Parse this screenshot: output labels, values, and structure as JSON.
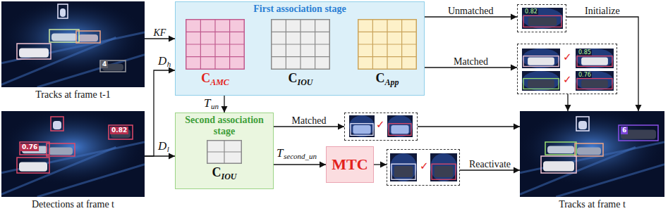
{
  "diagram": {
    "nodes": [
      {
        "text": [
          "Tracks at frame t-1"
        ]
      },
      {
        "text": [
          "Detections at frame t"
        ]
      },
      {
        "text": [
          "First association stage"
        ]
      },
      {
        "text": [
          "C",
          "AMC"
        ],
        "in": 2
      },
      {
        "text": [
          "C",
          "IOU"
        ],
        "in": 2
      },
      {
        "text": [
          "C",
          "App"
        ],
        "in": 2
      },
      {
        "text": [
          "Second association stage"
        ]
      },
      {
        "text": [
          "C",
          "IOU"
        ],
        "in": 6
      },
      {
        "text": [
          "0.82"
        ]
      },
      {
        "text": [
          "✓",
          "0.85",
          "✓",
          "0.76"
        ]
      },
      {
        "text": [
          "✓"
        ]
      },
      {
        "text": [
          "MTC"
        ]
      },
      {
        "text": [
          "✓"
        ]
      },
      {
        "text": [
          "Tracks at frame t"
        ]
      }
    ],
    "edges": [
      {
        "from": 0,
        "to": 2,
        "arrow": "to",
        "label": "KF"
      },
      {
        "from": 1,
        "to": 2,
        "arrow": "to"
      },
      {
        "from": 1,
        "to": 6,
        "arrow": "to"
      },
      {
        "from": 2,
        "to": 6,
        "arrow": "to"
      },
      {
        "from": 2,
        "to": 8,
        "arrow": "to",
        "label": "Unmatched"
      },
      {
        "from": 8,
        "to": 13,
        "arrow": "to",
        "label": "Initialize"
      },
      {
        "from": 2,
        "to": 9,
        "arrow": "to",
        "label": "Matched"
      },
      {
        "from": 9,
        "to": 13,
        "arrow": "to"
      },
      {
        "from": 6,
        "to": 10,
        "arrow": "to",
        "label": "Matched"
      },
      {
        "from": 10,
        "to": 13,
        "arrow": "to"
      },
      {
        "from": 6,
        "to": 11,
        "arrow": "to"
      },
      {
        "from": 11,
        "to": 12,
        "arrow": "to"
      },
      {
        "from": 12,
        "to": 13,
        "arrow": "to",
        "label": "Reactivate"
      }
    ],
    "labels": [
      "4",
      "0.82",
      "0.76",
      "6",
      "D",
      "h",
      "D",
      "l",
      "T",
      "un",
      "T",
      "second_un"
    ]
  }
}
